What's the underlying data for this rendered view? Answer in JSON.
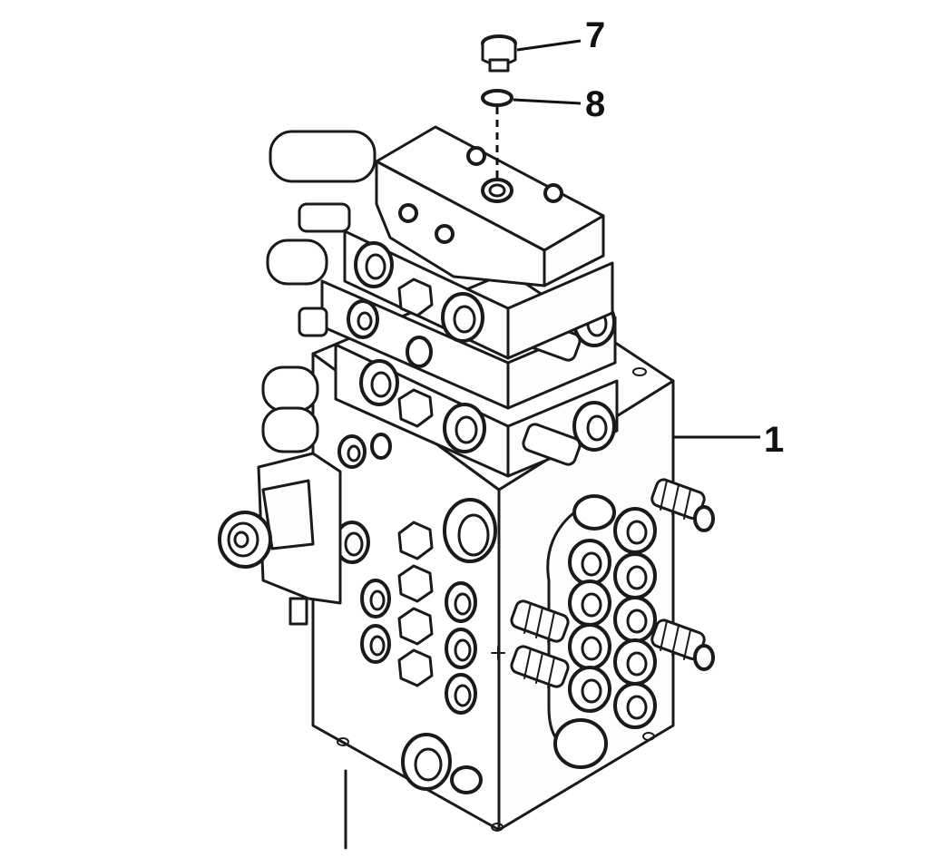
{
  "diagram": {
    "callouts": [
      {
        "id": "callout-7",
        "label": "7"
      },
      {
        "id": "callout-8",
        "label": "8"
      },
      {
        "id": "callout-1",
        "label": "1"
      }
    ],
    "colors": {
      "line": "#1a1a1a",
      "background": "#ffffff"
    }
  }
}
